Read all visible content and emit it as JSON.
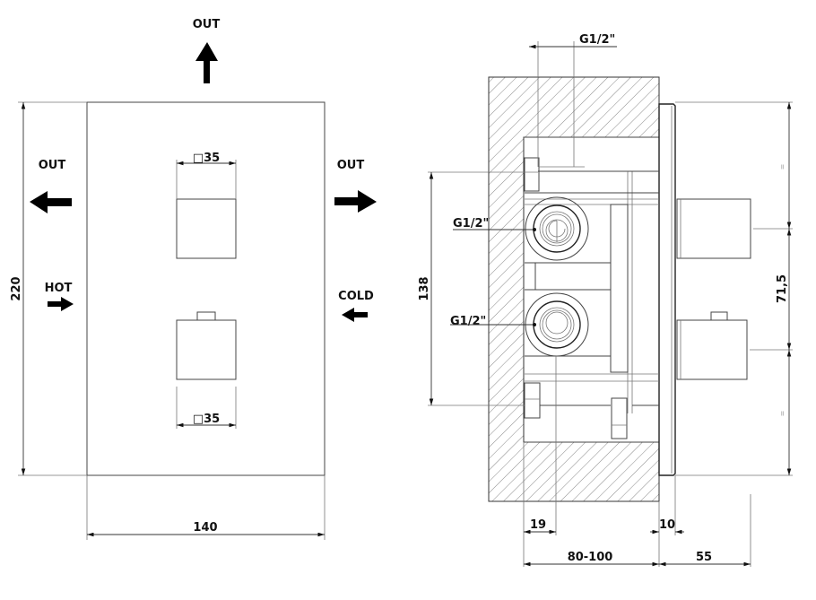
{
  "front_view": {
    "labels": {
      "out_top": "OUT",
      "out_left": "OUT",
      "out_right": "OUT",
      "hot": "HOT",
      "cold": "COLD"
    },
    "dimensions": {
      "height": "220",
      "width": "140",
      "handle_top": "□35",
      "handle_bottom": "□35"
    }
  },
  "side_view": {
    "labels": {
      "thread_top": "G1/2\"",
      "thread_upper": "G1/2\"",
      "thread_lower": "G1/2\""
    },
    "dimensions": {
      "inlet_spacing": "138",
      "handle_spacing": "71,5",
      "equal_mark_top": "=",
      "equal_mark_bottom": "=",
      "inlet_offset": "19",
      "plate_thickness": "10",
      "embed_depth": "80-100",
      "handle_projection": "55"
    }
  },
  "colors": {
    "line": "#444444",
    "text": "#111111",
    "background": "#ffffff"
  }
}
